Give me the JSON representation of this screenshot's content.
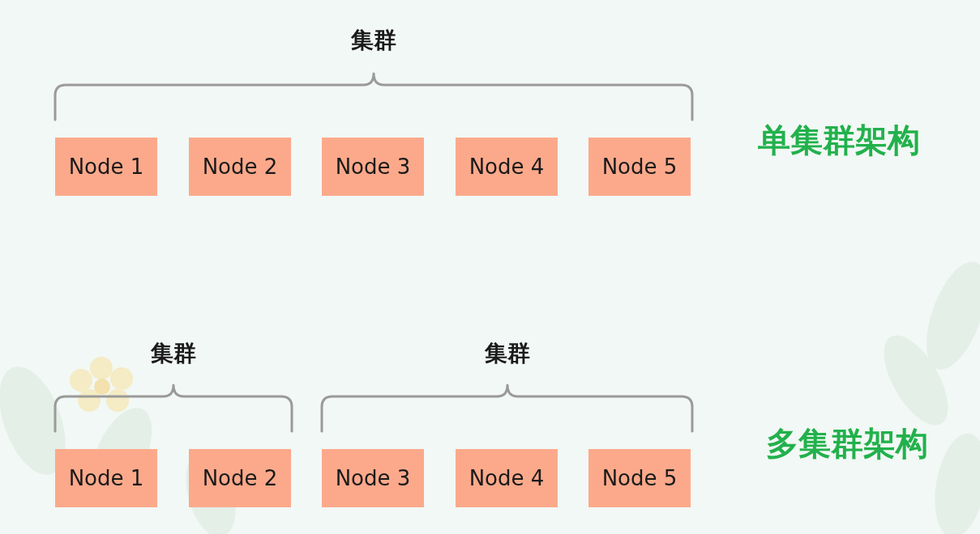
{
  "diagram": {
    "nodes": [
      {
        "text": [
          "Node 1"
        ]
      },
      {
        "text": [
          "Node 2"
        ]
      },
      {
        "text": [
          "Node 3"
        ]
      },
      {
        "text": [
          "Node 4"
        ]
      },
      {
        "text": [
          "Node 5"
        ]
      },
      {
        "text": [
          "Node 1"
        ]
      },
      {
        "text": [
          "Node 2"
        ]
      },
      {
        "text": [
          "Node 3"
        ]
      },
      {
        "text": [
          "Node 4"
        ]
      },
      {
        "text": [
          "Node 5"
        ]
      }
    ],
    "labels": [
      "集群",
      "单集群架构",
      "集群",
      "集群",
      "多集群架构"
    ]
  }
}
